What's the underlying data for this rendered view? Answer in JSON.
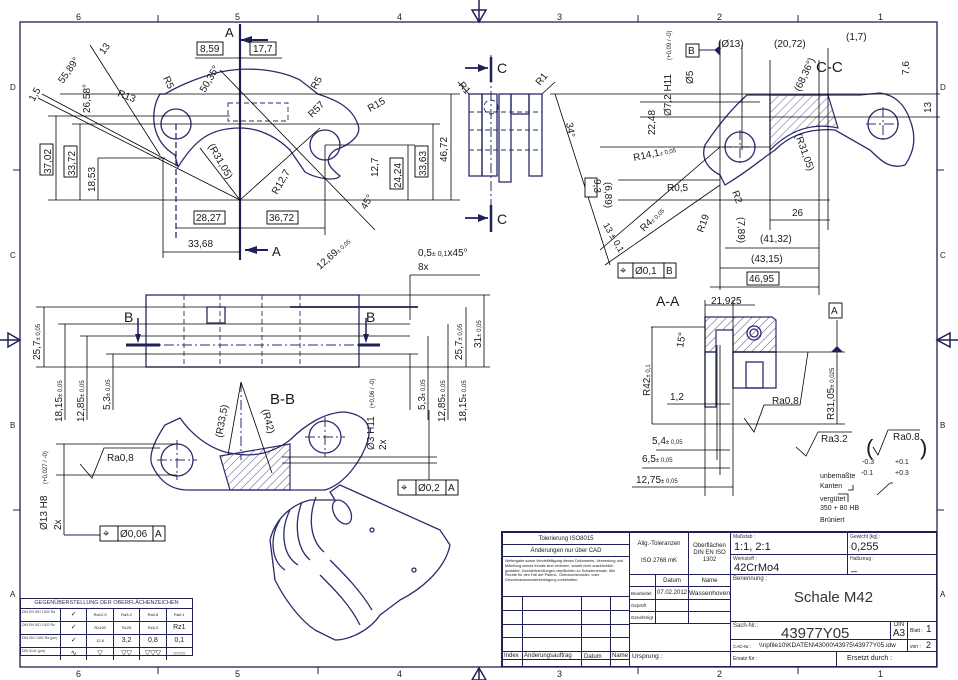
{
  "frame": {
    "zone_columns": [
      "6",
      "5",
      "4",
      "3",
      "2",
      "1"
    ],
    "zone_rows": [
      "D",
      "C",
      "B",
      "A"
    ]
  },
  "view_front": {
    "section_marker": "A",
    "dims": {
      "d_8_59": "8,59",
      "d_17_7": "17,7",
      "ang_55_89": "55,89°",
      "d_13": "13",
      "r5_left": "R5",
      "ang_50_35": "50,35°",
      "r5_right": "R5",
      "d_1_5": "1,5",
      "ang_26_58": "26,58°",
      "r13": "R13",
      "r57": "R57",
      "r15": "R15",
      "d_37_02": "37,02",
      "d_33_72": "33,72",
      "d_18_53": "18,53",
      "r31_05": "(R31,05)",
      "r12_7": "R12,7",
      "d_12_7": "12,7",
      "d_24_24": "24,24",
      "d_33_63": "33,63",
      "d_46_72": "46,72",
      "ang_45": "45°",
      "d_28_27": "28,27",
      "d_36_72": "36,72",
      "d_33_68": "33,68",
      "d_12_69": "12,69",
      "tol_12_69": "± 0,05"
    }
  },
  "view_side": {
    "section_marker": "C",
    "r1_left": "R1",
    "r1_right": "R1"
  },
  "section_cc": {
    "title": "C-C",
    "datum_b": "B",
    "dims": {
      "d13": "(Ø13)",
      "d20_72": "(20,72)",
      "d1_7": "(1,7)",
      "d7_2": "Ø7,2 H11",
      "d7_2_tol": "(+0,09 / -0)",
      "d5": "Ø5",
      "ang_68_36": "(68,36°)",
      "d7_6": "7,6",
      "d13b": "13",
      "d22_48": "22,48",
      "ang_34": "34°",
      "r14_1": "R14,1",
      "r14_1_tol": "± 0,05",
      "r31_05": "(R31,05)",
      "d9_3": "9,3",
      "d6_89": "(6,89)",
      "r0_5": "R0,5",
      "r2": "R2",
      "r4": "R4",
      "r4_tol": "± 0,05",
      "d13_tol": "13 ± 0,1",
      "r19": "R19",
      "d7_89": "(7,89)",
      "d26": "26",
      "d41_32": "(41,32)",
      "d43_15": "(43,15)",
      "d46_95": "46,95"
    },
    "fcf": {
      "symbol": "⌖",
      "tol": "Ø0,1",
      "datum": "B"
    }
  },
  "view_top": {
    "section_marker": "B",
    "chamfer": "0,5",
    "chamfer_tol": "± 0,1",
    "chamfer_angle": "x45°",
    "chamfer_count": "8x",
    "dims_left": [
      "25,7",
      "18,15",
      "12,85",
      "5,3"
    ],
    "dims_right": [
      "25,7",
      "31",
      "18,15",
      "12,85",
      "5,3"
    ],
    "tol": "± 0,05"
  },
  "section_bb": {
    "title": "B-B",
    "r33_5": "(R33,5)",
    "r42": "(R42)",
    "hole3": "Ø3 H11",
    "hole3_tol": "(+0,06 / -0)",
    "hole3_count": "2x",
    "hole13": "Ø13 H8",
    "hole13_tol": "(+0,027 / -0)",
    "hole13_count": "2x",
    "roughness": "Ra0,8",
    "fcf1": {
      "symbol": "⌖",
      "tol": "Ø0,06",
      "datum": "A"
    },
    "fcf2": {
      "symbol": "⌖",
      "tol": "Ø0,2",
      "datum": "A"
    }
  },
  "section_aa": {
    "title": "A-A",
    "datum_a": "A",
    "d21_925": "21,925",
    "ang15": "15°",
    "r42": "R42",
    "r42_tol": "± 0,1",
    "d1_2": "1,2",
    "roughness": "Ra0,8",
    "r31_05": "R31,05",
    "r31_05_tol": "± 0,025",
    "d5_4": "5,4",
    "d6_5": "6,5",
    "d12_75": "12,75",
    "tol": "± 0,05"
  },
  "notes": {
    "ra_general": "Ra3.2",
    "ra_paren": "Ra0.8",
    "edge_a1": "-0.3",
    "edge_a2": "-0.1",
    "edge_b1": "+0.1",
    "edge_b2": "+0.3",
    "edges_label_1": "unbemaßte",
    "edges_label_2": "Kanten",
    "heat_1": "vergütet",
    "heat_2": "350 + 80 HB",
    "finish": "Brüniert"
  },
  "surface_table": {
    "title": "GEGENÜBERSTELLUNG DER OBERFLÄCHENZEICHEN",
    "rows": [
      {
        "label": "DIN EN ISO 1302 Ra",
        "cells": [
          "✓",
          "Ra12,5",
          "Ra3,2",
          "Ra0,8",
          "Ra0,1"
        ]
      },
      {
        "label": "DIN EN ISO 1302 Rz",
        "cells": [
          "✓",
          "Rz100",
          "Rz25",
          "Rz6,3",
          "Rz1"
        ]
      },
      {
        "label": "DIN ISO 1302 Ra (µm)",
        "cells": [
          "✓",
          "12,5",
          "3,2",
          "0,8",
          "0,1"
        ]
      },
      {
        "label": "DIN 3141 (µm)",
        "cells": [
          "∿",
          "▽",
          "▽▽",
          "▽▽▽",
          "▽▽▽▽"
        ]
      }
    ]
  },
  "title_block": {
    "tolerierung": "Tolerierung ISO8015",
    "aenderungen": "Änderungen nur über CAD",
    "legal": "Weitergabe sowie Vervielfältigung dieses Dokuments, Verwertung und Mitteilung seines Inhalts sind verboten, soweit nicht ausdrücklich gestattet. Zuwiderhandlungen verpflichten zu Schadenersatz. Alle Rechte für den Fall der Patent-, Gebrauchsmuster- oder Geschmacksmustereintragung vorbehalten.",
    "allg_tol": "Allg.-Toleranzen",
    "iso2768": "ISO 2768 mK",
    "oberflaechen": "Oberflächen DIN EN ISO 1302",
    "col_datum": "Datum",
    "col_name": "Name",
    "bearbeitet_label": "Bearbeitet",
    "bearbeitet_datum": "07.02.2012",
    "bearbeitet_name": "Wassenhoven",
    "geprueft_label": "Geprüft",
    "genehmigt_label": "Genehmigt",
    "index_label": "Index",
    "aenderungsauftrag_label": "Änderungsauftrag",
    "datum_label": "Datum",
    "name_label": "Name",
    "ursprung_label": "Ursprung :",
    "massstab_label": "Maßstab :",
    "massstab": "1:1, 2:1",
    "gewicht_label": "Gewicht [kg] :",
    "gewicht": "0,255",
    "werkstoff_label": "Werkstoff :",
    "werkstoff": "42CrMo4",
    "halbzeug_label": "Halbzeug :",
    "halbzeug": "_",
    "benennung_label": "Benennung :",
    "benennung": "Schale M42",
    "sachnr_label": "Sach-Nr.:",
    "sachnr": "43977Y05",
    "din_label": "DIN",
    "format": "A3",
    "blatt_label": "Blatt :",
    "blatt": "1",
    "von_label": "von :",
    "von": "2",
    "cadnr_label": "CAD-Nr.:",
    "cadnr": "\\\\npfile10\\KDATEN\\43000\\43975\\43977Y05.idw",
    "ersatz_fuer_label": "Ersatz für :",
    "ersetzt_durch_label": "Ersetzt durch :"
  }
}
